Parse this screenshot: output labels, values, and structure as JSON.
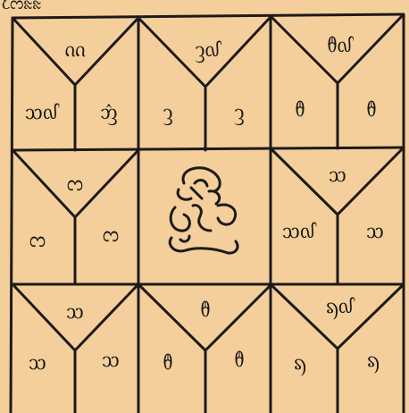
{
  "top_label": "ᦷᦂᦰᦰ",
  "cells": [
    {
      "id": "r1c1",
      "top": "ᦶ",
      "left": "ᦉ᧞",
      "right": "ᦁ"
    },
    {
      "id": "r1c2",
      "top": "ᦡ᧞",
      "left": "ᦡ",
      "right": "ᦡ"
    },
    {
      "id": "r1c3",
      "top": "ᦹ᧞",
      "left": "ᦹ",
      "right": "ᦹ"
    },
    {
      "id": "r2c1",
      "top": "ᦂ",
      "left": "ᦂ",
      "right": "ᦂ"
    },
    {
      "id": "r2c3",
      "top": "ᦉ",
      "left": "ᦉ᧞",
      "right": "ᦉ"
    },
    {
      "id": "r3c1",
      "top": "ᦉ",
      "left": "ᦉ",
      "right": "ᦉ"
    },
    {
      "id": "r3c2",
      "top": "ᦹ",
      "left": "ᦹ",
      "right": "ᦹ"
    },
    {
      "id": "r3c3",
      "top": "ᦣ᧞",
      "left": "ᦣ",
      "right": "ᦣ"
    }
  ],
  "colors": {
    "ink": "#1d1a18",
    "paper": "#f4cf9c"
  }
}
